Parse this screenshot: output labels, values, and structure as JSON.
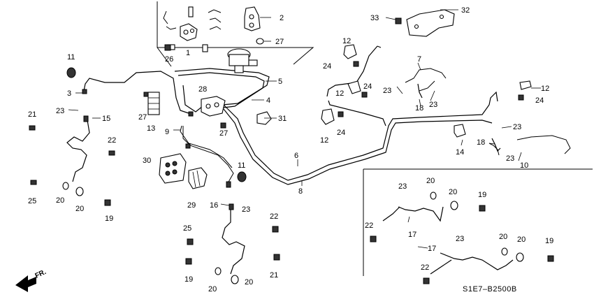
{
  "diagram_code": "S1E7–B2500B",
  "direction_label": "FR.",
  "callouts": [
    "1",
    "2",
    "3",
    "4",
    "5",
    "6",
    "7",
    "8",
    "9",
    "10",
    "11",
    "12",
    "13",
    "14",
    "15",
    "16",
    "17",
    "18",
    "19",
    "20",
    "21",
    "22",
    "23",
    "24",
    "25",
    "26",
    "27",
    "28",
    "29",
    "30",
    "31",
    "32",
    "33"
  ]
}
